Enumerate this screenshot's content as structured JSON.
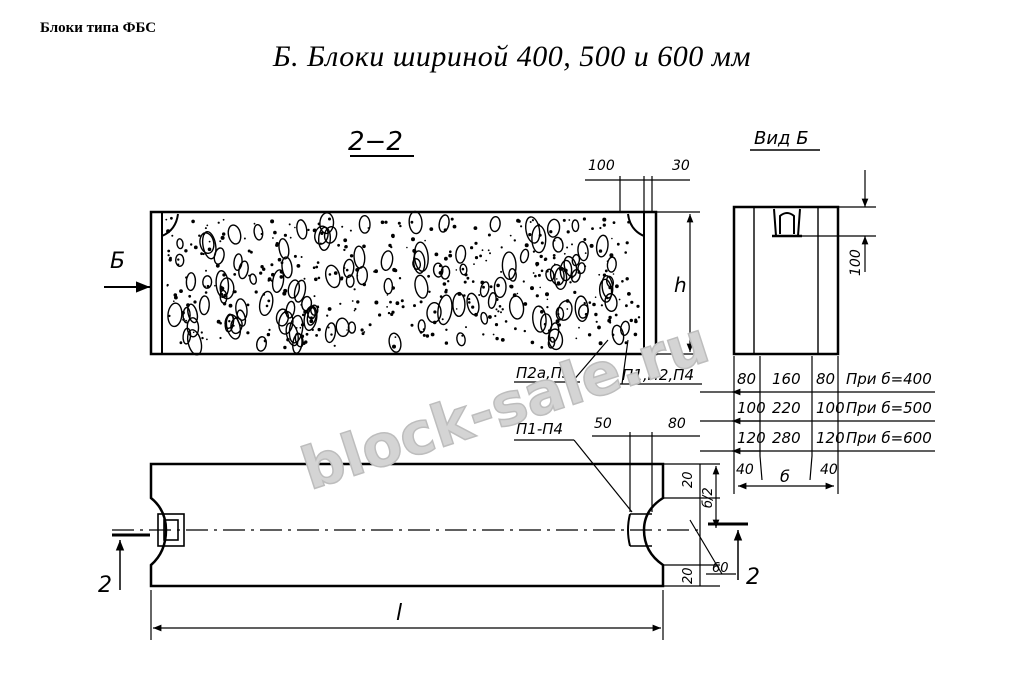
{
  "header": "Блоки типа ФБС",
  "title": "Б. Блоки шириной 400, 500 и 600 мм",
  "watermark": "block-sale.ru",
  "section": {
    "label": "2−2",
    "arrow_label": "Б",
    "dim_100": "100",
    "dim_30": "30",
    "dim_h": "h",
    "callout_left": "П2а,П3",
    "callout_right": "П1,П2,П4"
  },
  "view": {
    "label": "Вид Б",
    "dim_100": "100"
  },
  "plan": {
    "callout": "П1-П4",
    "dim_50": "50",
    "dim_80": "80",
    "dim_20_top": "20",
    "dim_b2": "б/2",
    "dim_20_bottom": "20",
    "dim_60": "60",
    "dim_l": "l",
    "cut_left": "2",
    "cut_right": "2"
  },
  "width_table": {
    "rows": [
      {
        "left": "80",
        "mid": "160",
        "right": "80",
        "note": "При б=400"
      },
      {
        "left": "100",
        "mid": "220",
        "right": "100",
        "note": "При б=500"
      },
      {
        "left": "120",
        "mid": "280",
        "right": "120",
        "note": "При б=600"
      }
    ],
    "bottom_left": "40",
    "bottom_right": "40",
    "width_label": "б"
  }
}
